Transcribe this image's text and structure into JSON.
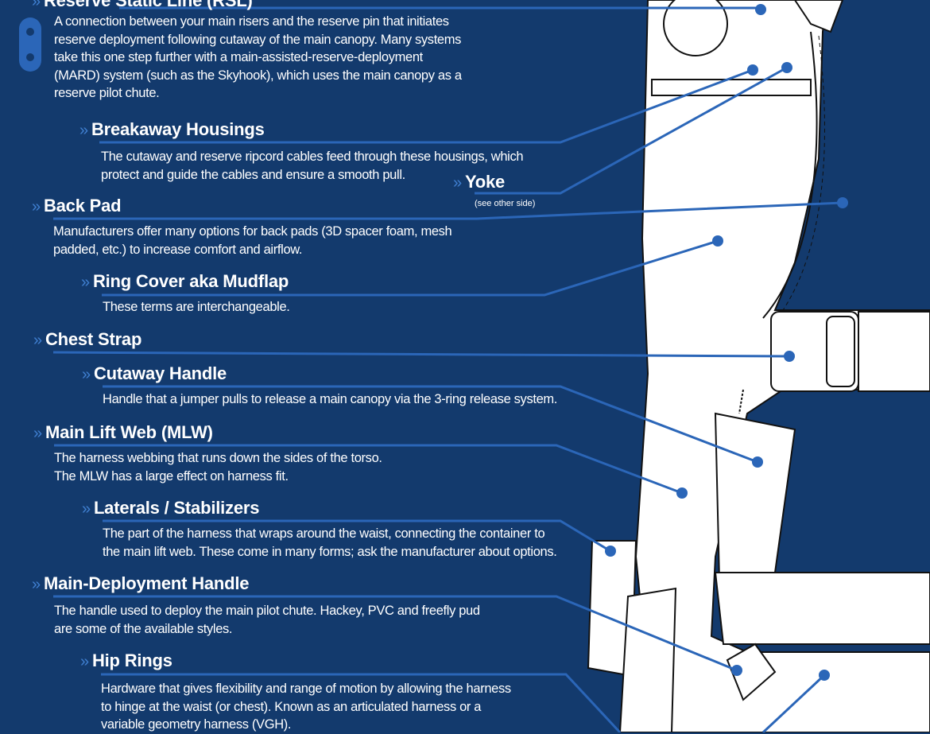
{
  "colors": {
    "background": "#133a6d",
    "accent": "#2b66b8",
    "drawing": "#ffffff"
  },
  "entries": [
    {
      "title": "Reserve Static Line (RSL)",
      "lines": [
        "A connection between your main risers and the reserve pin that initiates",
        "reserve deployment following cutaway of the main canopy. Many systems",
        "take this one step further with a main-assisted-reserve-deployment",
        "(MARD) system (such as the Skyhook), which uses the main canopy as a",
        "reserve pilot chute."
      ]
    },
    {
      "title": "Breakaway Housings",
      "lines": [
        "The cutaway and reserve ripcord cables feed through these housings, which",
        "protect and guide the cables and ensure a smooth pull."
      ]
    },
    {
      "title": "Yoke",
      "note": "(see other side)"
    },
    {
      "title": "Back Pad",
      "lines": [
        "Manufacturers offer many options for back pads (3D spacer foam, mesh",
        "padded, etc.) to increase comfort and airflow."
      ]
    },
    {
      "title": "Ring Cover aka Mudflap",
      "lines": [
        "These terms are interchangeable."
      ]
    },
    {
      "title": "Chest Strap"
    },
    {
      "title": "Cutaway Handle",
      "lines": [
        "Handle that a jumper pulls to release a main canopy via the 3-ring release system."
      ]
    },
    {
      "title": "Main Lift Web (MLW)",
      "lines": [
        "The harness webbing that runs down the sides of the torso.",
        "The MLW has a large effect on harness fit."
      ]
    },
    {
      "title": "Laterals / Stabilizers",
      "lines": [
        "The part of the harness that wraps around the waist, connecting the container to",
        "the main lift web. These come in many forms; ask the manufacturer about options."
      ]
    },
    {
      "title": "Main-Deployment Handle",
      "lines": [
        "The handle used to deploy the main pilot chute. Hackey, PVC and freefly pud",
        "are some of the available styles."
      ]
    },
    {
      "title": "Hip Rings",
      "lines": [
        "Hardware that gives flexibility and range of motion by allowing the harness",
        "to hinge at the waist (or chest). Known as an articulated harness or a",
        "variable geometry harness (VGH)."
      ]
    }
  ],
  "chevron": "»"
}
